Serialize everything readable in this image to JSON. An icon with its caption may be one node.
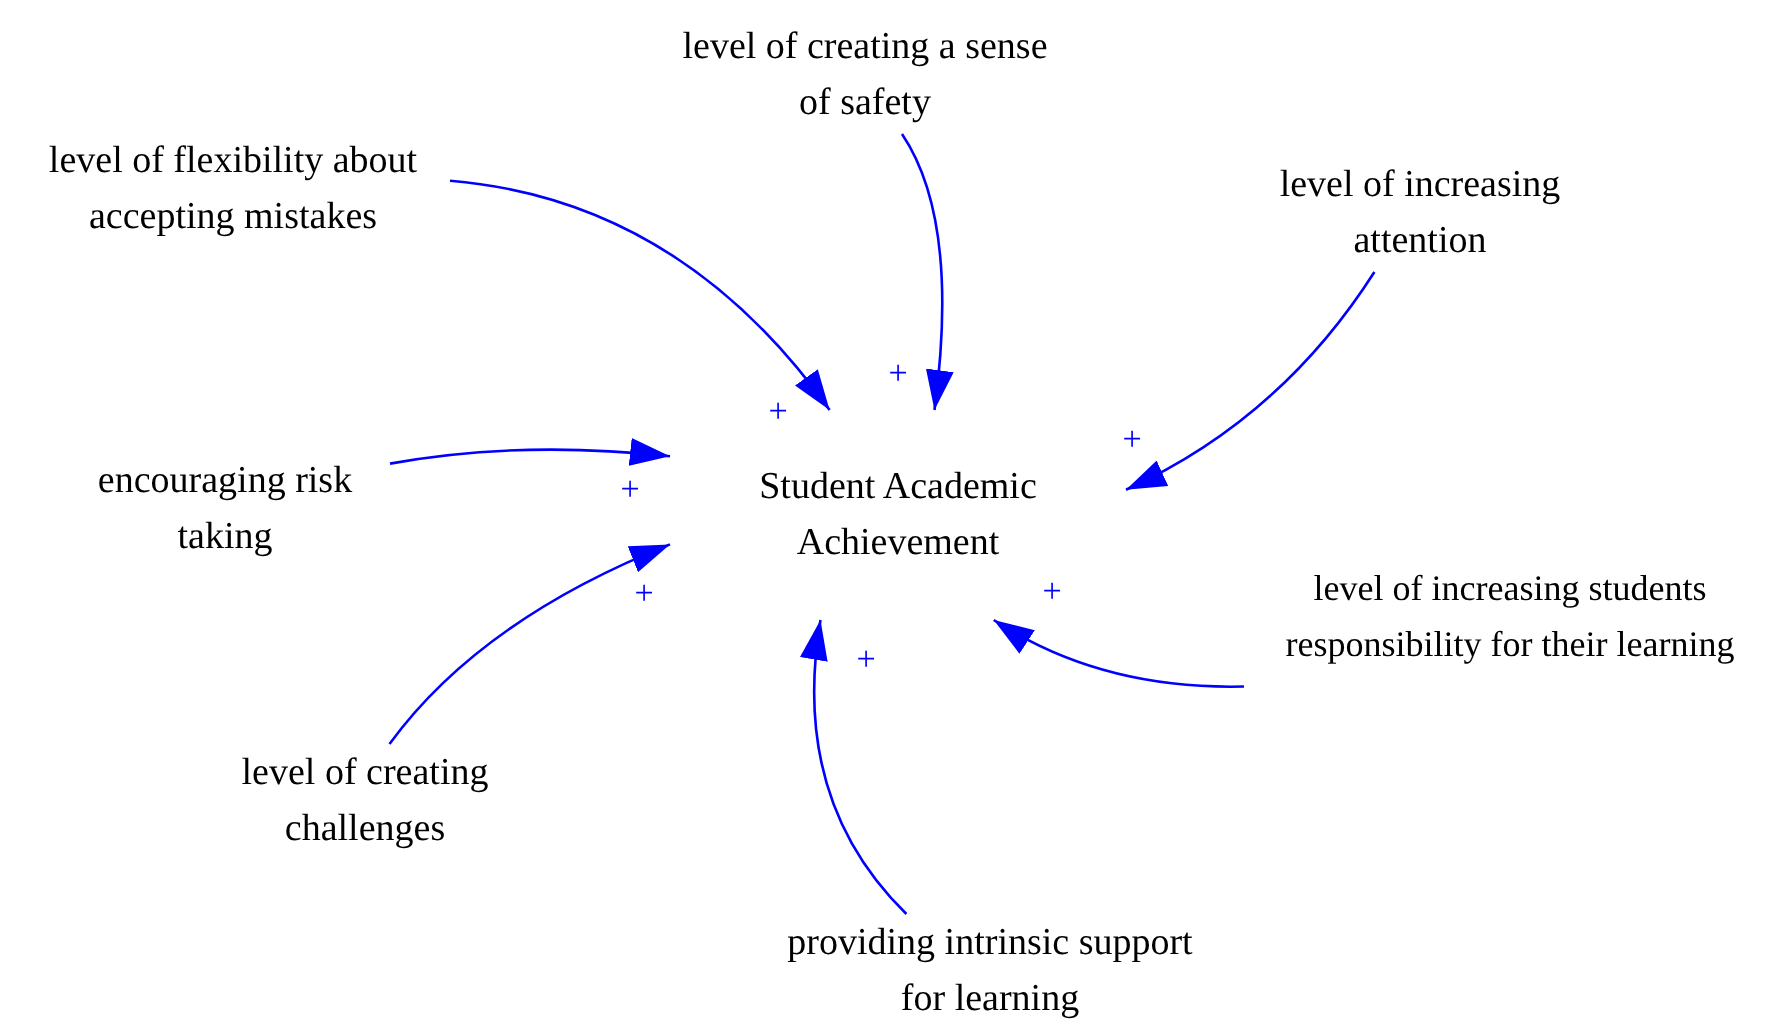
{
  "diagram": {
    "nodes": [
      {
        "text": [
          "Student Academic Achievement"
        ]
      },
      {
        "text": [
          "level of flexibility about accepting mistakes"
        ]
      },
      {
        "text": [
          "level of creating a sense of safety"
        ]
      },
      {
        "text": [
          "level of increasing attention"
        ]
      },
      {
        "text": [
          "encouraging risk taking"
        ]
      },
      {
        "text": [
          "level of increasing students responsibility for their learning"
        ]
      },
      {
        "text": [
          "level of creating challenges"
        ]
      },
      {
        "text": [
          "providing intrinsic support for learning"
        ]
      }
    ],
    "edges": [
      {
        "from": 1,
        "to": 0,
        "arrow": "to",
        "label": "+"
      },
      {
        "from": 2,
        "to": 0,
        "arrow": "to",
        "label": "+"
      },
      {
        "from": 3,
        "to": 0,
        "arrow": "to",
        "label": "+"
      },
      {
        "from": 4,
        "to": 0,
        "arrow": "to",
        "label": "+"
      },
      {
        "from": 6,
        "to": 0,
        "arrow": "to",
        "label": "+"
      },
      {
        "from": 7,
        "to": 0,
        "arrow": "to",
        "label": "+"
      },
      {
        "from": 5,
        "to": 0,
        "arrow": "to",
        "label": "+"
      }
    ]
  }
}
